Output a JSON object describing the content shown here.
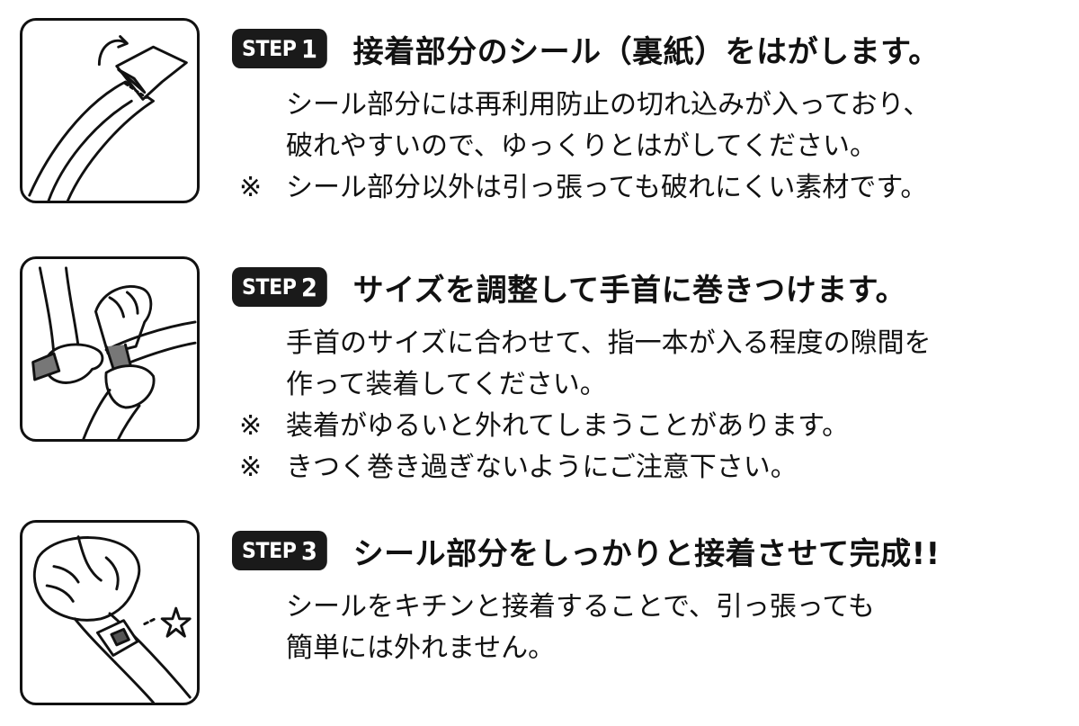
{
  "steps": [
    {
      "badge": "STEP",
      "number": "1",
      "title": "接着部分のシール（裏紙）をはがします。",
      "lines": [
        "シール部分には再利用防止の切れ込みが入っており、",
        "破れやすいので、ゆっくりとはがしてください。"
      ],
      "notes": [
        "シール部分以外は引っ張っても破れにくい素材です。"
      ]
    },
    {
      "badge": "STEP",
      "number": "2",
      "title": "サイズを調整して手首に巻きつけます。",
      "lines": [
        "手首のサイズに合わせて、指一本が入る程度の隙間を",
        "作って装着してください。"
      ],
      "notes": [
        "装着がゆるいと外れてしまうことがあります。",
        "きつく巻き過ぎないようにご注意下さい。"
      ]
    },
    {
      "badge": "STEP",
      "number": "3",
      "title": "シール部分をしっかりと接着させて完成!!",
      "lines": [
        "シールをキチンと接着することで、引っ張っても",
        "簡単には外れません。"
      ],
      "notes": []
    }
  ],
  "note_mark": "※",
  "illustrations": [
    "peeling-seal-icon",
    "wrapping-wrist-icon",
    "fist-band-icon"
  ]
}
